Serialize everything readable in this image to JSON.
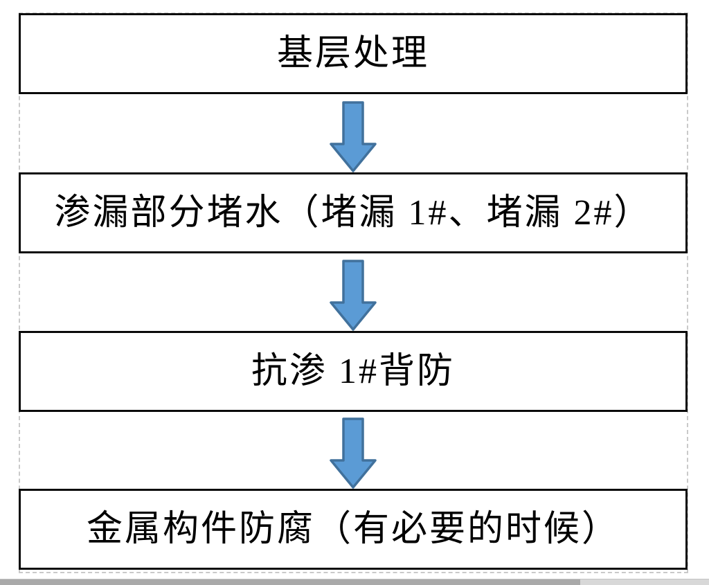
{
  "diagram": {
    "type": "flowchart",
    "direction": "top-down",
    "steps": [
      {
        "label": "基层处理"
      },
      {
        "label": "渗漏部分堵水（堵漏 1#、堵漏 2#）"
      },
      {
        "label": "抗渗 1#背防"
      },
      {
        "label": "金属构件防腐（有必要的时候）"
      }
    ],
    "connector": {
      "icon": "down-arrow-icon",
      "fill": "#5b9bd5",
      "stroke": "#41719c"
    },
    "colors": {
      "box_border": "#0a0a0a",
      "box_background": "#ffffff",
      "text": "#000000",
      "canvas_guide_dash": "#c9c9c9",
      "page_background": "#ffffff"
    },
    "scrollbar": {
      "orientation": "horizontal",
      "thumb_color": "#a9a9a9",
      "track_color": "#d8d8d8"
    }
  }
}
